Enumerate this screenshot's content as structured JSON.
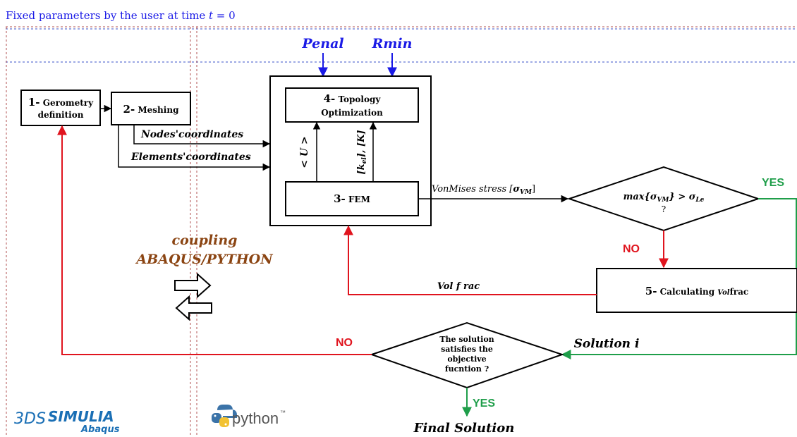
{
  "header": {
    "fixed_params_prefix": "Fixed parameters by the user at time ",
    "fixed_params_var": "t",
    "fixed_params_suffix": " = 0"
  },
  "inputs": {
    "penal": "Penal",
    "rmin": "Rmin"
  },
  "boxes": {
    "geometry_num": "1-",
    "geometry_line1": " Gerometry",
    "geometry_line2": "definition",
    "meshing_num": "2-",
    "meshing_label": " Meshing",
    "topopt_num": "4-",
    "topopt_line1": " Topology",
    "topopt_line2": "Optimization",
    "fem_num": "3-",
    "fem_label": " FEM",
    "volfrac_num": "5-",
    "volfrac_label_a": " Calculating ",
    "volfrac_label_b": "Vol",
    "volfrac_label_c": "frac"
  },
  "edges": {
    "nodes_coords": "Nodes'coordinates",
    "elements_coords": "Elements'coordinates",
    "u_vector": "< U >",
    "kel_k": "[k",
    "kel_sub": "el",
    "kel_rest": "], [K]",
    "vonmises_a": "VonMises stress [",
    "vonmises_sigma": "σ",
    "vonmises_sub": "VM",
    "vonmises_b": "]",
    "volfrac_edge": "Vol f rac",
    "solution_i": "Solution i"
  },
  "decisions": {
    "stress_a": "max{",
    "stress_sigma": "σ",
    "stress_sub1": "VM",
    "stress_b": "} > ",
    "stress_sigma2": "σ",
    "stress_sub2": "Le",
    "stress_q": "?",
    "objective_line1": "The solution",
    "objective_line2": "satisfies the",
    "objective_line3": "objective",
    "objective_line4": "fucntion ?"
  },
  "labels": {
    "yes_top": "YES",
    "no_middle": "NO",
    "no_left": "NO",
    "yes_bottom": "YES",
    "final_solution": "Final Solution",
    "coupling_line1": "coupling",
    "coupling_line2": "ABAQUS/PYTHON"
  },
  "logos": {
    "simulia_mark": "3DS",
    "simulia_name": "SIMULIA",
    "simulia_sub": "Abaqus",
    "python_name": "python",
    "python_tm": "™"
  },
  "colors": {
    "blue": "#1a1ae6",
    "red": "#e0141e",
    "green": "#1f9e4a",
    "brown": "#8b4513",
    "black": "#000000",
    "simulia_blue": "#1a6fb5",
    "python_blue": "#3b73a8",
    "python_yellow": "#f2c232",
    "guide_red": "#b05050",
    "guide_blue": "#3b53c9"
  }
}
